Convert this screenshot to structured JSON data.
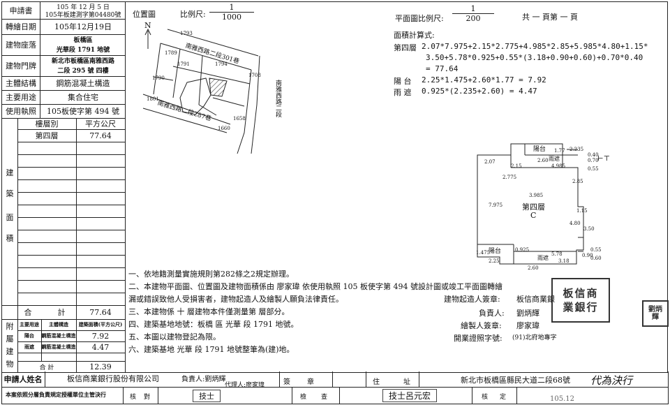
{
  "left_table": {
    "apply_label": "申請書",
    "apply_date": "105 年 12 月 5 日",
    "apply_no": "105年板建測字第04480號",
    "transfer_label": "轉繪日期",
    "transfer_date": "105年12月19日",
    "location_label": "建物座落",
    "location_line1": "板橋區",
    "location_line2": "光華段 1791 地號",
    "address_label": "建物門牌",
    "address_line1": "新北市板橋區南雅西路",
    "address_line2": "二段 295 號 四樓",
    "structure_label": "主體結構",
    "structure_value": "鋼筋混凝土構造",
    "use_label": "主要用途",
    "use_value": "集合住宅",
    "license_label": "使用執照",
    "license_value": "105板使字第 494 號",
    "floor_header": "樓層別",
    "area_header": "平方公尺",
    "floor_name": "第四層",
    "floor_area": "77.64",
    "side_chars": [
      "建",
      "築",
      "面",
      "積"
    ],
    "total_label": "合",
    "total_label2": "計",
    "total_value": "77.64",
    "annex_chars": [
      "附",
      "屬",
      "建",
      "物"
    ],
    "annex_header_use": "主要用途",
    "annex_header_structure": "主體構造",
    "annex_header_area": "建築面積(平方公尺)",
    "annex_rows": [
      {
        "use": "陽台",
        "structure": "鋼筋混凝土構造",
        "area": "7.92"
      },
      {
        "use": "雨遮",
        "structure": "鋼筋混凝土構造",
        "area": "4.47"
      }
    ],
    "annex_total_label": "合 計",
    "annex_total_value": "12.39"
  },
  "location_map": {
    "title": "位置圖",
    "scale_label": "比例尺:",
    "scale_num": "1",
    "scale_den": "1000",
    "north": "N",
    "road1": "南雅西路二段301巷",
    "road2": "南雅西路二段287巷",
    "road3": "南雅西路二段",
    "lots": [
      "1793",
      "1789",
      "1791",
      "1794",
      "1790",
      "1708",
      "1801",
      "1658",
      "1660"
    ]
  },
  "plan": {
    "scale_label": "平面圖比例尺:",
    "scale_num": "1",
    "scale_den": "200",
    "pages": "共 一 頁第 一 頁",
    "calc_title": "面積計算式:",
    "floor_label": "第四層",
    "floor_formula1": "2.07*7.975+2.15*2.775+4.985*2.85+5.985*4.80+1.15*",
    "floor_formula2": "3.50+5.78*0.925+0.55*(3.18+0.90+0.60)+0.70*0.40",
    "floor_formula3": "= 77.64",
    "balcony_label": "陽  台",
    "balcony_formula": "2.25*1.475+2.60*1.77 = 7.92",
    "canopy_label": "雨  遮",
    "canopy_formula": "0.925*(2.235+2.60) = 4.47",
    "room_label": "第四層",
    "room_code": "C",
    "balcony_top": "陽台",
    "canopy_top": "雨遮",
    "balcony_bottom": "陽台",
    "canopy_bottom": "雨遮",
    "dims": [
      "2.07",
      "2.15",
      "2.60",
      "4.985",
      "2.235",
      "1.77",
      "0.40",
      "0.70",
      "0.55",
      "2.775",
      "2.85",
      "3.985",
      "7.975",
      "1.15",
      "4.80",
      "3.50",
      "0.55",
      "5.78",
      "3.18",
      "2.25",
      "1.475",
      "0.925",
      "2.60",
      "0.90",
      "0.60"
    ]
  },
  "notes": [
    "一、依地籍測量實施規則第282條之2規定辦理。",
    "二、本建物平面圖、位置圖及建物面積係由 廖家瑋 依使用執照 105 板使字第 494 號設計圖或竣工平面圖轉繪",
    "     漏或錯誤致他人受損害者，建物起造人及繪製人願負法律責任。",
    "三、本建物係  十  層建物本件僅測量第        層部分。",
    "四、建築基地地號：板橋 區 光華 段 1791 地號。",
    "五、本圖以建物登記為限。",
    "六、建築基地 光華 段 1791 地號整筆為(建)地。"
  ],
  "signatures": {
    "builder_label": "建物起造人簽章:",
    "builder_value": "板信商業銀",
    "owner_label": "負責人:",
    "owner_value": "劉炳輝",
    "drawer_label": "繪製人簽章:",
    "drawer_value": "廖家瑋",
    "cert_label": "開業證照字號:",
    "cert_value": "(91)北府地專字"
  },
  "bottom": {
    "applicant_label": "申請人姓名",
    "applicant_value": "板信商業銀行股份有限公司",
    "rep_label": "負責人:劉炳輝",
    "agent_label": "代理人:廖家瑋",
    "seal_label": "簽",
    "seal_label2": "章",
    "address_label": "住",
    "address_label2": "址",
    "address_value": "新北市板橋區縣民大道二段68號",
    "note_left": "本案依照分層負責規定授權單位主管決行",
    "check1_label": "核",
    "check1_label2": "對",
    "check1_sign": "技士",
    "inspect_label": "檢",
    "inspect_label2": "查",
    "inspect_sign": "技士呂元宏",
    "approve_label": "核",
    "approve_label2": "定",
    "approve_stamp": "代為決行",
    "stamp_date": "105.12"
  },
  "seals": {
    "big": "板信商業銀行",
    "right": "劉炳輝"
  }
}
